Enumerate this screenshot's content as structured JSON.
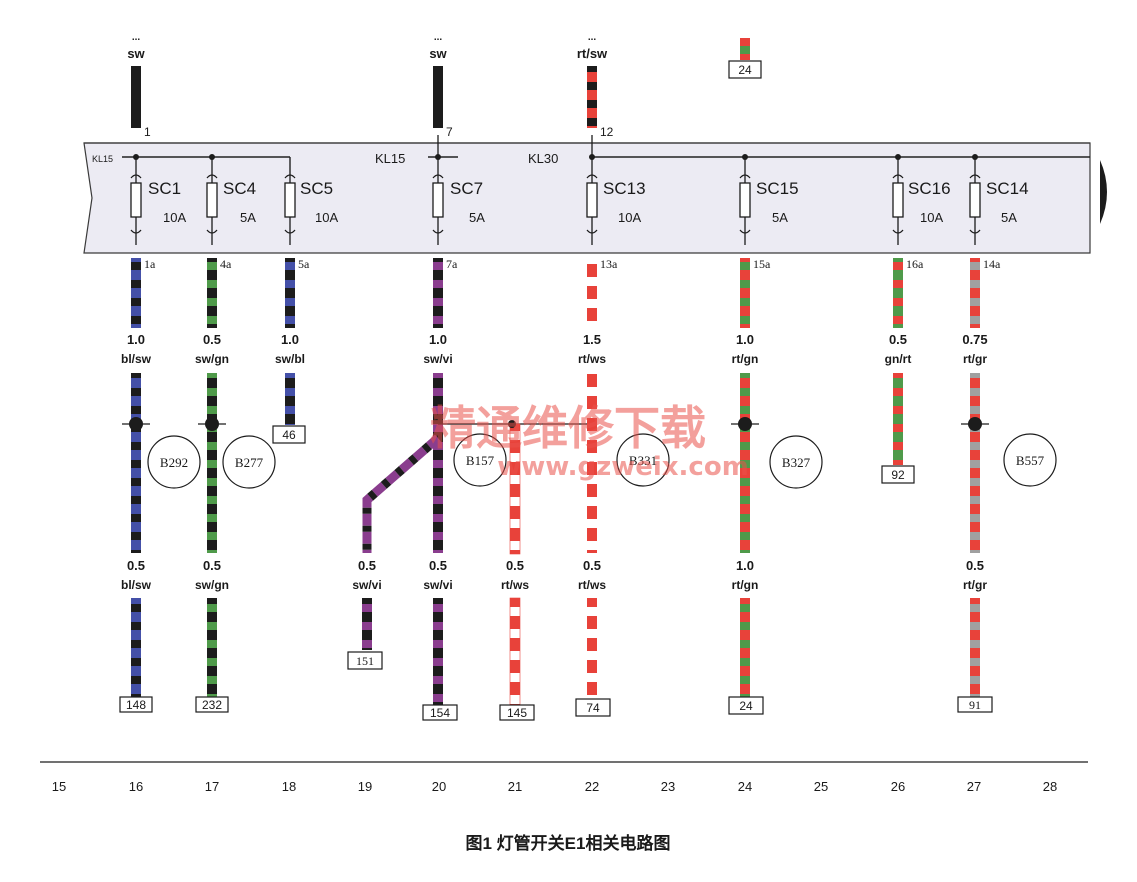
{
  "colors": {
    "sw": "#1c1c1c",
    "bl": "#4450a8",
    "gn": "#4f9a4a",
    "vi": "#8a3d8e",
    "rt": "#e8423a",
    "ws": "#ffffff",
    "gr": "#a0a0a0",
    "fusebox": "#ecebf3",
    "watermark": "#e9524a"
  },
  "top_wires": [
    {
      "size": "...",
      "color": "sw"
    },
    {
      "size": "...",
      "color": "sw"
    },
    {
      "size": "...",
      "color": "rt/sw"
    }
  ],
  "top_connector": "24",
  "bus_labels": {
    "kl15_left": "KL15",
    "kl15_mid": "KL15",
    "kl30": "KL30"
  },
  "fuses": [
    {
      "name": "SC1",
      "rating": "10A",
      "top_pin": "1",
      "bottom_pin": "1a"
    },
    {
      "name": "SC4",
      "rating": "5A",
      "bottom_pin": "4a"
    },
    {
      "name": "SC5",
      "rating": "10A",
      "bottom_pin": "5a"
    },
    {
      "name": "SC7",
      "rating": "5A",
      "top_pin": "7",
      "bottom_pin": "7a"
    },
    {
      "name": "SC13",
      "rating": "10A",
      "top_pin": "12",
      "bottom_pin": "13a"
    },
    {
      "name": "SC15",
      "rating": "5A",
      "bottom_pin": "15a"
    },
    {
      "name": "SC16",
      "rating": "10A",
      "bottom_pin": "16a"
    },
    {
      "name": "SC14",
      "rating": "5A",
      "bottom_pin": "14a"
    }
  ],
  "wires_mid": [
    {
      "size": "1.0",
      "color": "bl/sw"
    },
    {
      "size": "0.5",
      "color": "sw/gn"
    },
    {
      "size": "1.0",
      "color": "sw/bl"
    },
    {
      "size": "1.0",
      "color": "sw/vi"
    },
    {
      "size": "1.5",
      "color": "rt/ws"
    },
    {
      "size": "1.0",
      "color": "rt/gn"
    },
    {
      "size": "0.5",
      "color": "gn/rt"
    },
    {
      "size": "0.75",
      "color": "rt/gr"
    }
  ],
  "wires_low": [
    {
      "size": "0.5",
      "color": "bl/sw"
    },
    {
      "size": "0.5",
      "color": "sw/gn"
    },
    {
      "size": "0.5",
      "color": "sw/vi"
    },
    {
      "size": "0.5",
      "color": "sw/vi"
    },
    {
      "size": "0.5",
      "color": "rt/ws"
    },
    {
      "size": "0.5",
      "color": "rt/ws"
    },
    {
      "size": "1.0",
      "color": "rt/gn"
    },
    {
      "size": "0.5",
      "color": "rt/gr"
    }
  ],
  "splices": [
    "B292",
    "B277",
    "B157",
    "B331",
    "B327",
    "B557"
  ],
  "connectors": [
    "46",
    "92",
    "148",
    "232",
    "151",
    "154",
    "145",
    "74",
    "24",
    "91"
  ],
  "grid_numbers": [
    "15",
    "16",
    "17",
    "18",
    "19",
    "20",
    "21",
    "22",
    "23",
    "24",
    "25",
    "26",
    "27",
    "28"
  ],
  "watermark": {
    "cn": "精通维修下载",
    "url": "www.gzweix.com"
  },
  "caption": "图1 灯管开关E1相关电路图"
}
